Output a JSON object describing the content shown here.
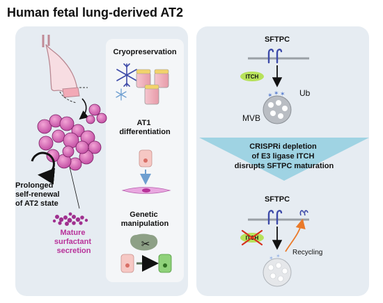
{
  "title": "Human fetal lung-derived AT2",
  "left_panel": {
    "self_renewal_label": [
      "Prolonged",
      "self-renewal",
      "of AT2 state"
    ],
    "surfactant_label": [
      "Mature",
      "surfactant",
      "secretion"
    ],
    "applications": {
      "cryo": "Cryopreservation",
      "at1": [
        "AT1",
        "differentiation"
      ],
      "genetic": [
        "Genetic",
        "manipulation"
      ]
    }
  },
  "right_panel": {
    "top": {
      "sftpc_label": "SFTPC",
      "itch_label": "ITCH",
      "ub_label": "Ub",
      "mvb_label": "MVB"
    },
    "arrow_text": [
      "CRISPRi depletion",
      "of E3 ligase ITCH",
      "disrupts SFTPC maturation"
    ],
    "bottom": {
      "sftpc_label": "SFTPC",
      "itch_label": "ITCH",
      "recycling_label": "Recycling"
    }
  },
  "colors": {
    "panel_bg": "#e6ecf2",
    "inner_bg": "#f4f6f8",
    "itch_green": "#b7e25a",
    "surfactant_purple": "#b8329a",
    "receptor_blue": "#3d4aa8",
    "arrow_blue": "#9fd3e3",
    "recycling_orange": "#ea7a2a"
  },
  "icons": [
    "lung-icon",
    "snowflake-icon",
    "vial-icon",
    "scissors-icon",
    "cell-icon"
  ]
}
